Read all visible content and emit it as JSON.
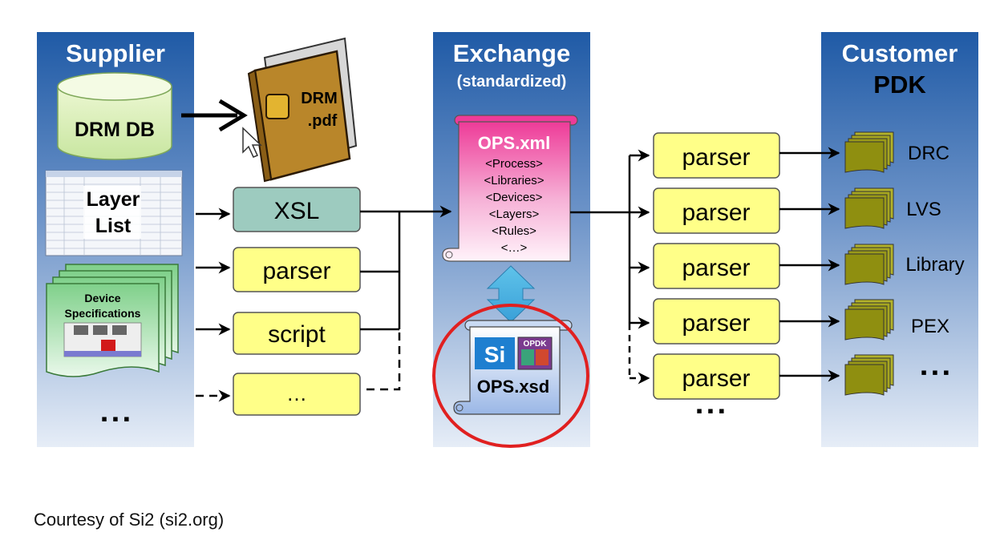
{
  "columns": {
    "supplier": {
      "title": "Supplier"
    },
    "exchange": {
      "title": "Exchange",
      "subtitle": "(standardized)"
    },
    "customer": {
      "title": "Customer",
      "subtitle": "PDK"
    }
  },
  "supplier": {
    "drm_db": "DRM DB",
    "drm_pdf": [
      "DRM",
      ".pdf"
    ],
    "layer_list": [
      "Layer",
      "List"
    ],
    "device_specs": [
      "Device",
      "Specifications"
    ],
    "more": "▪ ▪ ▪"
  },
  "processing": {
    "xsl": "XSL",
    "parser": "parser",
    "script": "script",
    "more": "…"
  },
  "exchange": {
    "ops_xml": {
      "title": "OPS.xml",
      "lines": [
        "<Process>",
        "<Libraries>",
        "<Devices>",
        "<Layers>",
        "<Rules>",
        "<…>"
      ]
    },
    "ops_xsd": {
      "title": "OPS.xsd",
      "logo_si": "Si",
      "logo_opdk": "OPDK"
    }
  },
  "parsers": [
    "parser",
    "parser",
    "parser",
    "parser",
    "parser"
  ],
  "parsers_more": "▪ ▪ ▪",
  "outputs": [
    "DRC",
    "LVS",
    "Library",
    "PEX",
    "▪ ▪ ▪"
  ],
  "caption": "Courtesy of Si2 (si2.org)",
  "colors": {
    "panel_top": "#1e5aa8",
    "panel_bottom": "#dfe8f5",
    "yellow_box": "#ffff88",
    "xsl_box": "#9dcbbf",
    "doc_green": "#9a9a18",
    "pink_scroll": "#f05aa8",
    "highlight_ring": "#e02020"
  }
}
